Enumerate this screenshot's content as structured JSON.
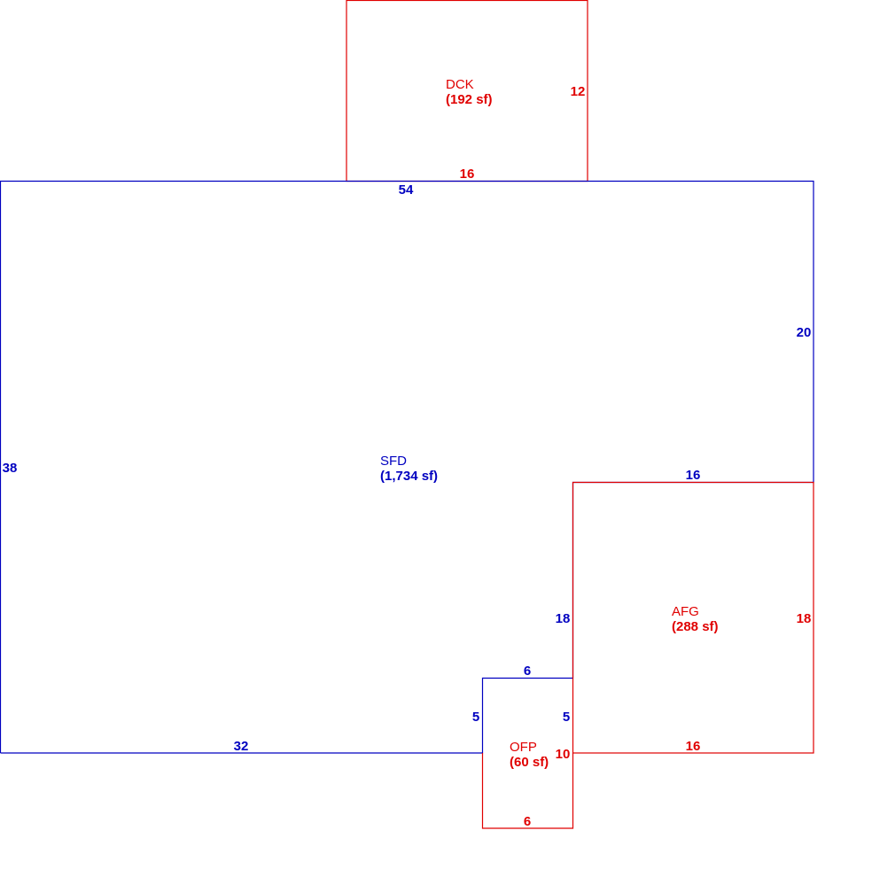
{
  "colors": {
    "main": "#0000c0",
    "addition": "#e00000"
  },
  "areas": {
    "sfd": {
      "name": "SFD",
      "sf": "(1,734 sf)"
    },
    "dck": {
      "name": "DCK",
      "sf": "(192 sf)"
    },
    "afg": {
      "name": "AFG",
      "sf": "(288 sf)"
    },
    "ofp": {
      "name": "OFP",
      "sf": "(60 sf)"
    }
  },
  "dimensions": {
    "sfd_top": "54",
    "sfd_right": "20",
    "sfd_left": "38",
    "sfd_bottom": "32",
    "sfd_notch_top": "6",
    "sfd_notch_left": "5",
    "sfd_notch_right": "5",
    "sfd_step": "16",
    "sfd_inner": "18",
    "dck_bottom": "16",
    "dck_right": "12",
    "afg_right": "18",
    "afg_bottom": "16",
    "ofp_right": "10",
    "ofp_bottom": "6"
  }
}
